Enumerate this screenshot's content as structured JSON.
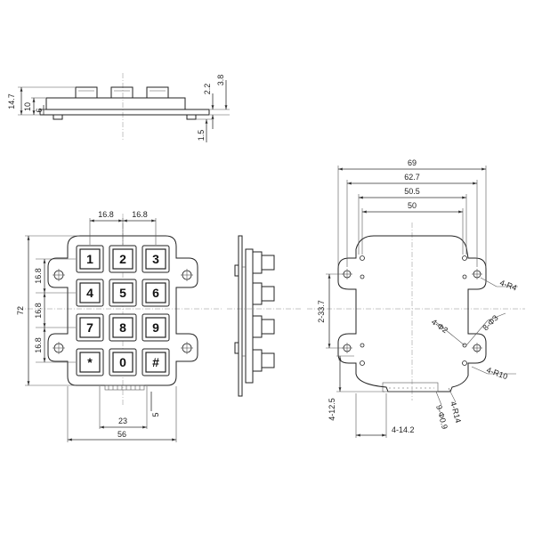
{
  "top_view": {
    "dims": [
      "14.7",
      "10",
      "6",
      "2.2",
      "3.8",
      "1.5"
    ]
  },
  "front_view": {
    "keys": [
      "1",
      "2",
      "3",
      "4",
      "5",
      "6",
      "7",
      "8",
      "9",
      "*",
      "0",
      "#"
    ],
    "dims": {
      "pitch_h_1": "16.8",
      "pitch_h_2": "16.8",
      "pitch_v_1": "16.8",
      "pitch_v_2": "16.8",
      "pitch_v_3": "16.8",
      "height": "72",
      "connector_width": "23",
      "connector_offset": "5",
      "width": "56"
    }
  },
  "back_view": {
    "dims": {
      "w69": "69",
      "w627": "62.7",
      "w505": "50.5",
      "w50": "50",
      "h337": "2-33.7",
      "r4": "4-R4",
      "d2": "4-Φ2",
      "d3": "8-Φ3",
      "r10": "4-R10",
      "h125": "4-12.5",
      "w142": "4-14.2",
      "pin": "9-Φ0.9",
      "r14": "4-R14"
    }
  }
}
